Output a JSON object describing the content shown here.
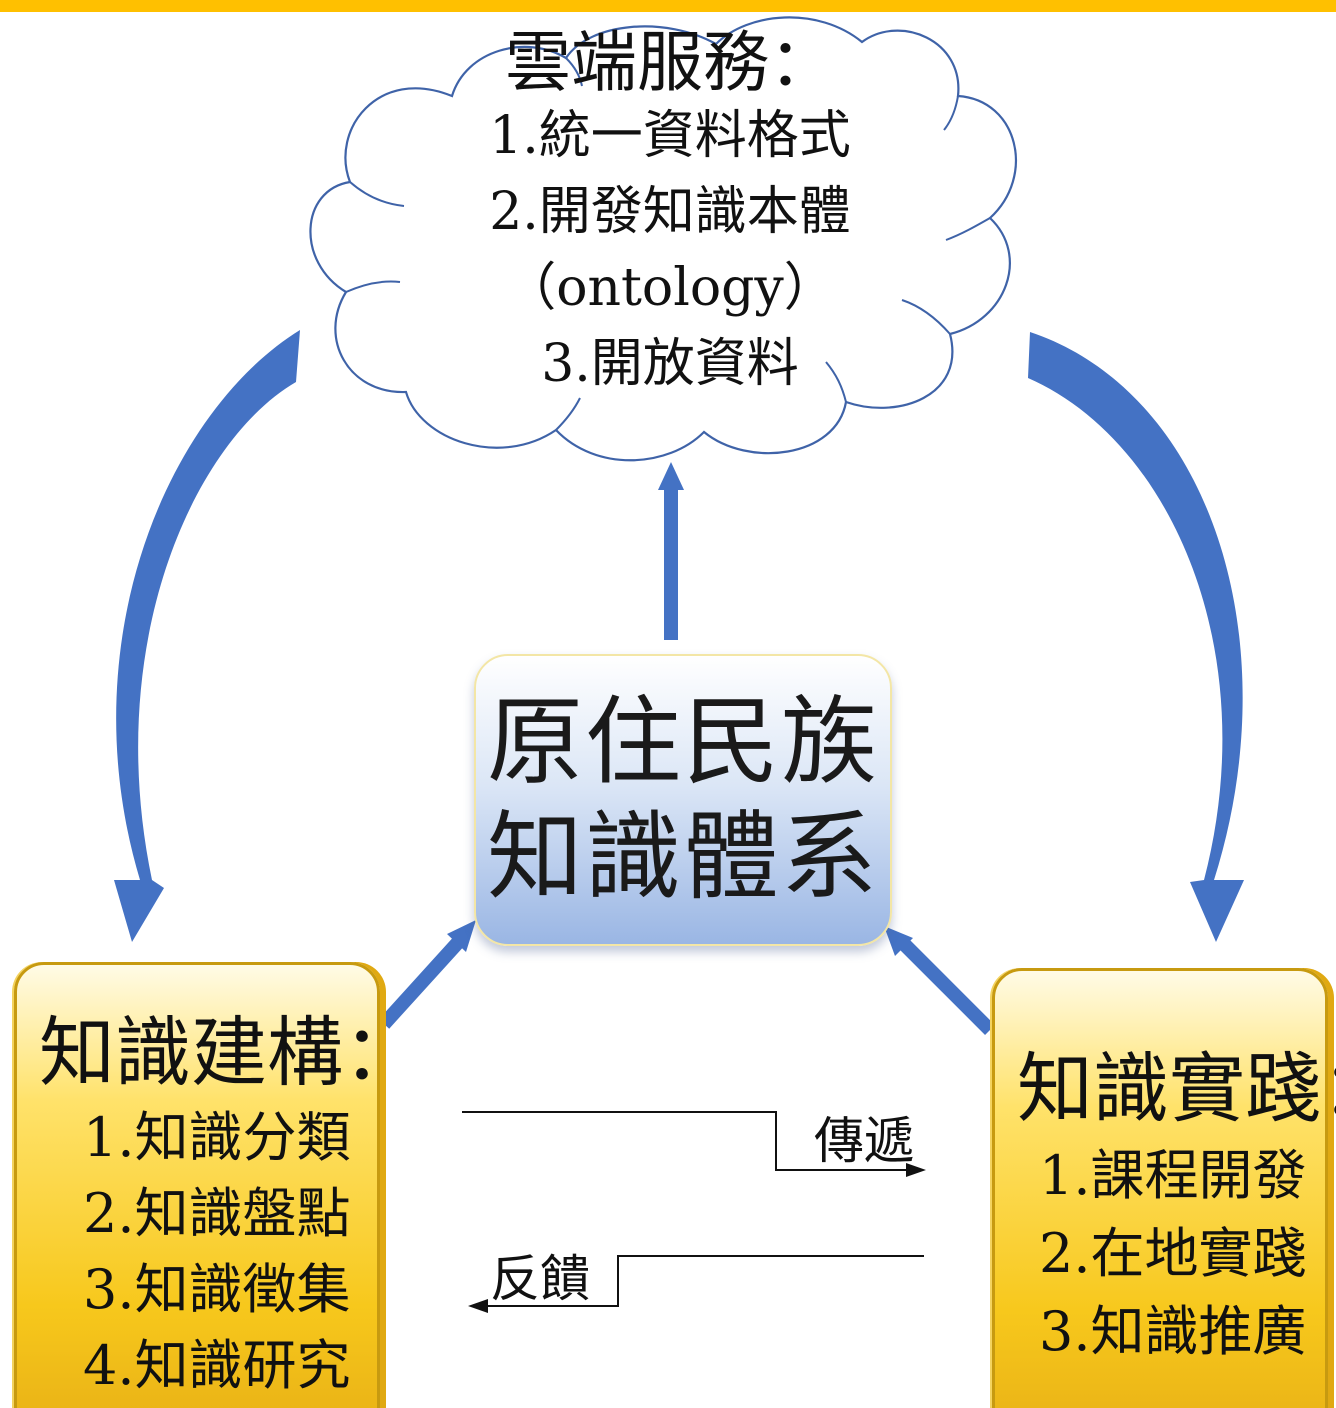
{
  "cloud": {
    "title": "雲端服務：",
    "items": [
      "1.統一資料格式",
      "2.開發知識本體",
      "（ontology）",
      "3.開放資料"
    ]
  },
  "center": {
    "lines": [
      "原住民族",
      "知識體系"
    ]
  },
  "left_box": {
    "title": "知識建構：",
    "items": [
      "1.知識分類",
      "2.知識盤點",
      "3.知識徵集",
      "4.知識研究"
    ]
  },
  "right_box": {
    "title": "知識實踐：",
    "items": [
      "1.課程開發",
      "2.在地實踐",
      "3.知識推廣"
    ]
  },
  "flows": {
    "forward_label": "傳遞",
    "feedback_label": "反饋"
  },
  "colors": {
    "accent_bar": "#ffc000",
    "arrow_blue": "#4472c4",
    "box_gold": "#ffd43b"
  }
}
